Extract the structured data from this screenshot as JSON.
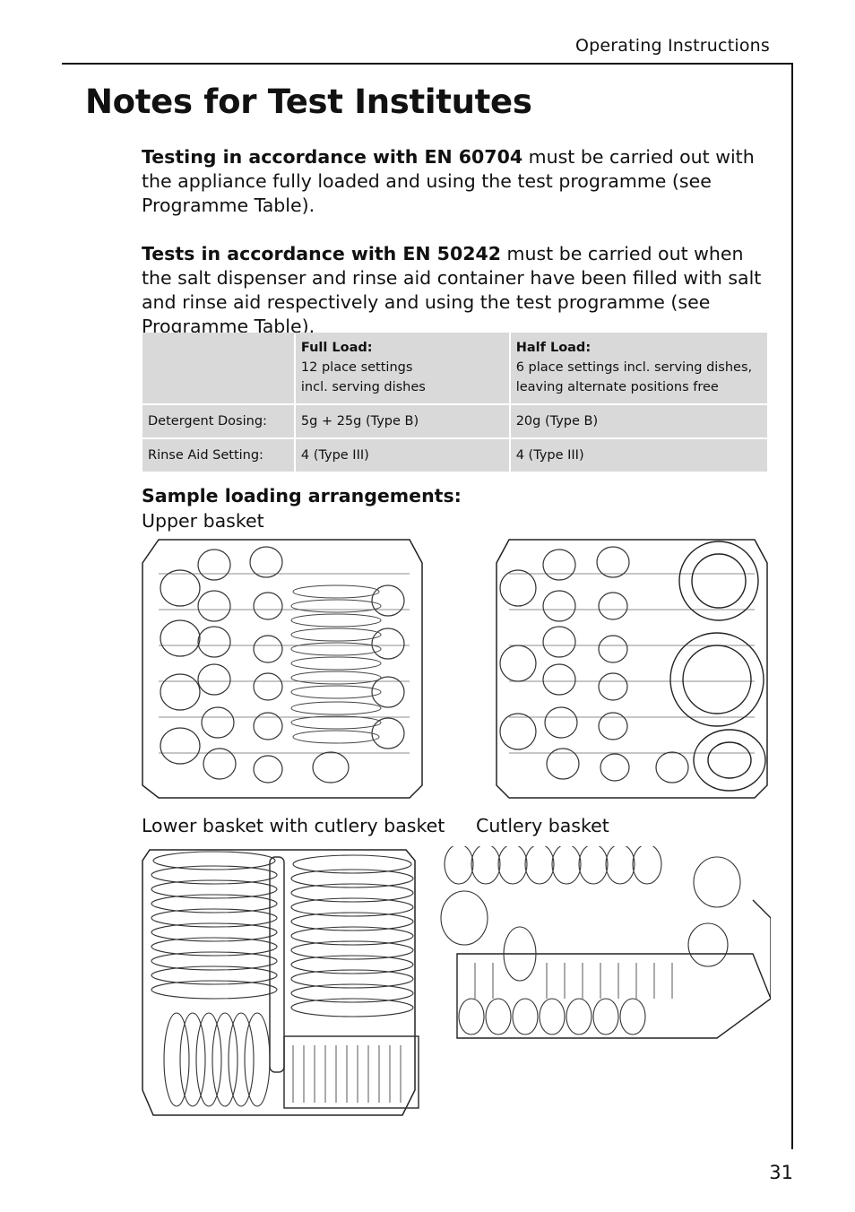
{
  "header": {
    "section": "Operating Instructions"
  },
  "title": "Notes for Test Institutes",
  "paragraphs": [
    {
      "bold": "Testing in accordance with EN 60704",
      "text": " must be carried out with the appliance fully loaded and using the test programme (see Programme Table)."
    },
    {
      "bold": "Tests in accordance with EN 50242",
      "text": " must be carried out when the salt dispenser and rinse aid container have been filled with salt and rinse aid respectively and using the test programme (see Programme Table)."
    }
  ],
  "table": {
    "header": [
      {
        "title": "",
        "lines": []
      },
      {
        "title": "Full Load:",
        "lines": [
          "12 place settings",
          "incl. serving dishes"
        ]
      },
      {
        "title": "Half Load:",
        "lines": [
          "6 place settings incl. serving dishes,",
          "leaving alternate positions free"
        ]
      }
    ],
    "rows": [
      [
        "Detergent Dosing:",
        "5g + 25g (Type B)",
        "20g (Type B)"
      ],
      [
        "Rinse Aid Setting:",
        "4 (Type III)",
        "4 (Type III)"
      ]
    ]
  },
  "sample": {
    "title": "Sample loading arrangements:",
    "upper_caption": "Upper basket",
    "lower_caption": "Lower basket with cutlery basket",
    "cutlery_caption": "Cutlery basket"
  },
  "page_number": "31"
}
